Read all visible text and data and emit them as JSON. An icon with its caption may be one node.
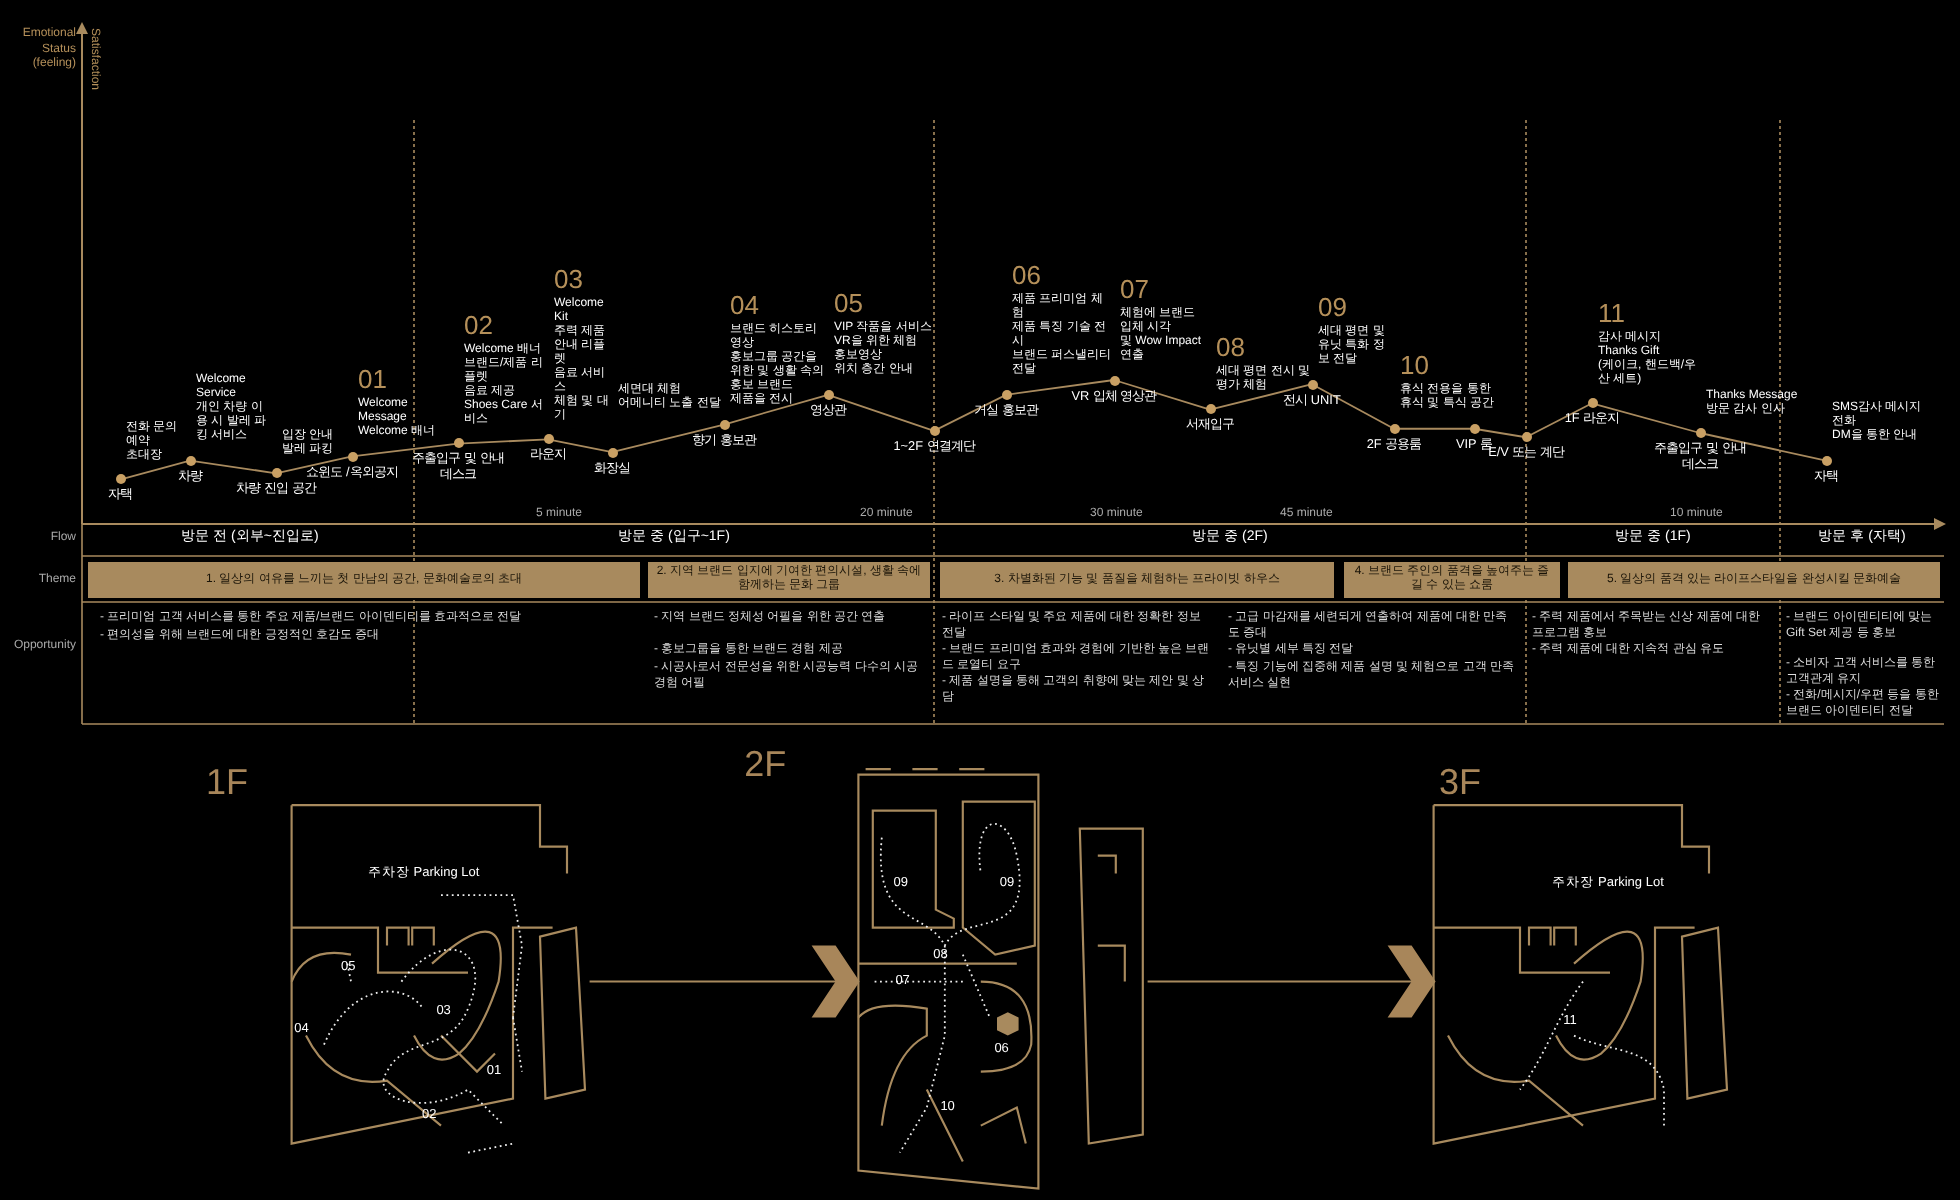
{
  "diagram": {
    "nodes": [
      {
        "text": [
          "자택"
        ],
        "beside": [
          "전화 문의",
          "예약",
          "초대장"
        ]
      },
      {
        "text": [
          "차량"
        ],
        "beside": [
          "Welcome Service",
          "개인 차량 이용 시 발레 파킹 서비스"
        ]
      },
      {
        "text": [
          "차량 진입 공간"
        ],
        "beside": [
          "입장 안내",
          "발레 파킹"
        ]
      },
      {
        "text": [
          "쇼윈도 /옥외공지"
        ],
        "beside": [
          "01",
          "Welcome Message",
          "Welcome 배너"
        ]
      },
      {
        "text": [
          "주출입구 및 안내데스크"
        ],
        "beside": [
          "02",
          "Welcome 배너",
          "브랜드/제품 리플렛",
          "음료 제공",
          "Shoes Care 서비스"
        ]
      },
      {
        "text": [
          "라운지"
        ],
        "beside": [
          "03",
          "Welcome Kit",
          "주력 제품 안내 리플렛",
          "음료 서비스",
          "체험 및 대기"
        ]
      },
      {
        "text": [
          "화장실"
        ],
        "beside": [
          "세면대 체험",
          "어메니티 노출 전달"
        ]
      },
      {
        "text": [
          "향기 홍보관"
        ],
        "beside": [
          "04",
          "브랜드 히스토리 영상",
          "홍보그룹 공간을 위한 및 생활 속의 홍보 브랜드",
          "제품을 전시"
        ]
      },
      {
        "text": [
          "영상관"
        ],
        "beside": [
          "05",
          "VIP 작품을 서비스",
          "VR을 위한 체험",
          "홍보영상",
          "위치 층간 안내"
        ]
      },
      {
        "text": [
          "1~2F 연결계단"
        ]
      },
      {
        "text": [
          "거실 홍보관"
        ],
        "beside": [
          "06",
          "제품 프리미엄 체험",
          "제품 특징 기술 전시",
          "브랜드 퍼스낼리티 전달"
        ]
      },
      {
        "text": [
          "VR 입체 영상관"
        ],
        "beside": [
          "07",
          "체험에 브랜드 입체 시각",
          "및 Wow Impact 연출"
        ]
      },
      {
        "text": [
          "서재입구"
        ],
        "beside": [
          "08",
          "세대 평면 전시 및",
          "평가 체험"
        ]
      },
      {
        "text": [
          "전시 UNIT"
        ],
        "beside": [
          "09",
          "세대 평면 및",
          "유닛 특화 정보 전달"
        ]
      },
      {
        "text": [
          "2F 공용룸"
        ],
        "beside": [
          "10",
          "휴식 전용을 통한",
          "휴식 및 특식 공간"
        ]
      },
      {
        "text": [
          "VIP 룸"
        ]
      },
      {
        "text": [
          "E/V 또는 계단"
        ]
      },
      {
        "text": [
          "1F 라운지"
        ],
        "beside": [
          "11",
          "감사 메시지",
          "Thanks Gift",
          "(케이크, 핸드백/우산 세트)"
        ]
      },
      {
        "text": [
          "주출입구 및 안내데스크"
        ],
        "beside": [
          "Thanks Message",
          "방문 감사 인사"
        ]
      },
      {
        "text": [
          "자택"
        ],
        "beside": [
          "SMS감사 메시지",
          "전화",
          "DM을 통한 안내"
        ]
      },
      {
        "text": [
          "1F"
        ]
      },
      {
        "text": [
          "2F"
        ]
      },
      {
        "text": [
          "3F"
        ]
      },
      {
        "text": [
          "1. 일상의 여유를 느끼는 첫 만남의 공간, 문화예술로의 초대"
        ]
      },
      {
        "text": [
          "2. 지역 브랜드 입지에 기여한 편의시설, 생활 속에 함께하는 문화 그룹"
        ]
      },
      {
        "text": [
          "3. 차별화된 기능 및 품질을 체험하는 프라이빗 하우스"
        ]
      },
      {
        "text": [
          "4. 브랜드 주인의 품격을 높여주는 즐길 수 있는 쇼룸"
        ]
      },
      {
        "text": [
          "5. 일상의 품격 있는 라이프스타일을 완성시킬 문화예술"
        ]
      }
    ],
    "edges": [
      {
        "from": 0,
        "to": 1,
        "arrow": "none"
      },
      {
        "from": 1,
        "to": 2,
        "arrow": "none"
      },
      {
        "from": 2,
        "to": 3,
        "arrow": "none"
      },
      {
        "from": 3,
        "to": 4,
        "arrow": "none"
      },
      {
        "from": 4,
        "to": 5,
        "arrow": "none"
      },
      {
        "from": 5,
        "to": 6,
        "arrow": "none"
      },
      {
        "from": 6,
        "to": 7,
        "arrow": "none"
      },
      {
        "from": 7,
        "to": 8,
        "arrow": "none"
      },
      {
        "from": 8,
        "to": 9,
        "arrow": "none"
      },
      {
        "from": 9,
        "to": 10,
        "arrow": "none"
      },
      {
        "from": 10,
        "to": 11,
        "arrow": "none"
      },
      {
        "from": 11,
        "to": 12,
        "arrow": "none"
      },
      {
        "from": 12,
        "to": 13,
        "arrow": "none"
      },
      {
        "from": 13,
        "to": 14,
        "arrow": "none"
      },
      {
        "from": 14,
        "to": 15,
        "arrow": "none"
      },
      {
        "from": 15,
        "to": 16,
        "arrow": "none"
      },
      {
        "from": 16,
        "to": 17,
        "arrow": "none"
      },
      {
        "from": 17,
        "to": 18,
        "arrow": "none"
      },
      {
        "from": 18,
        "to": 19,
        "arrow": "none"
      },
      {
        "from": 20,
        "to": 21,
        "arrow": "to"
      },
      {
        "from": 21,
        "to": 22,
        "arrow": "to"
      }
    ],
    "labels": [
      "Emotional Status (feeling)",
      "Satisfaction",
      "5 minute",
      "20 minute",
      "30 minute",
      "45 minute",
      "10 minute",
      "Flow",
      "방문 전 (외부~진입로)",
      "방문 중 (입구~1F)",
      "방문 중 (2F)",
      "방문 중 (1F)",
      "방문 후 (자택)",
      "Theme",
      "Opportunity",
      "- 프리미엄 고객 서비스를 통한 주요 제품/브랜드 아이덴티티를 효과적으로 전달",
      "- 편의성을 위해 브랜드에 대한 긍정적인 호감도 증대",
      "- 지역 브랜드 정체성 어필을 위한 공간 연출",
      "- 홍보그룹을 통한 브랜드 경험 제공",
      "- 시공사로서 전문성을 위한 시공능력 다수의 시공 경험 어필",
      "- 라이프 스타일 및 주요 제품에 대한 정확한 정보 전달",
      "- 브랜드 프리미엄 효과와 경험에 기반한 높은 브랜드 로열티 요구",
      "- 제품 설명을 통해 고객의 취향에 맞는 제안 및 상담",
      "- 고급 마감재를 세련되게 연출하여 제품에 대한 만족도 증대",
      "- 유닛별 세부 특징 전달",
      "- 특징 기능에 집중해 제품 설명 및 체험으로 고객 만족 서비스 실현",
      "- 주력 제품에서 주목받는 신상 제품에 대한 프로그램 홍보",
      "- 주력 제품에 대한 지속적 관심 유도",
      "- 브랜드 아이덴티티에 맞는 Gift Set 제공 등 홍보",
      "- 소비자 고객 서비스를 통한 고객관계 유지",
      "- 전화/메시지/우편 등을 통한 브랜드 아이덴티티 전달",
      "주차장 Parking Lot",
      "05",
      "03",
      "04",
      "01",
      "02",
      "09",
      "09",
      "08",
      "07",
      "06",
      "10",
      "주차장 Parking Lot",
      "11"
    ]
  }
}
